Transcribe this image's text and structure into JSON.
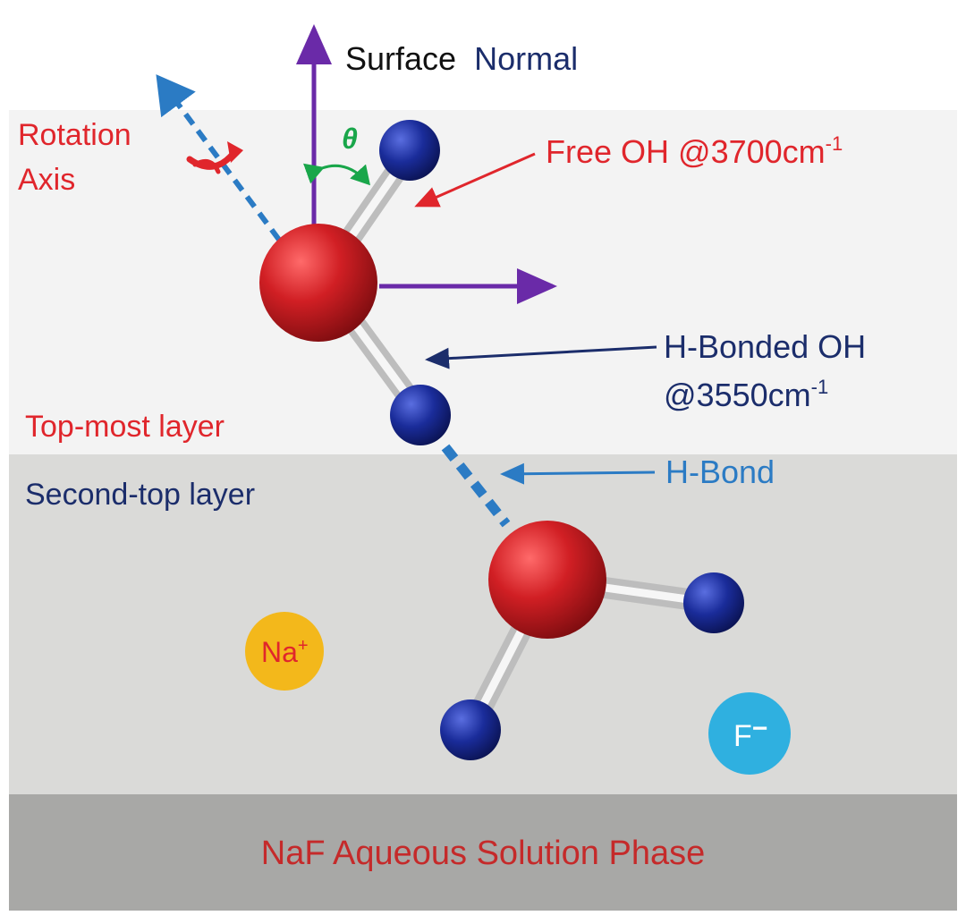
{
  "labels": {
    "surface_normal_1": "Surface",
    "surface_normal_2": "Normal",
    "rotation_axis_1": "Rotation",
    "rotation_axis_2": "Axis",
    "theta": "θ",
    "free_oh": "Free OH @3700cm",
    "free_oh_sup": "-1",
    "hbonded_oh_1": "H-Bonded OH",
    "hbonded_oh_2": "@3550cm",
    "hbonded_oh_sup": "-1",
    "top_layer": "Top-most layer",
    "second_layer": "Second-top layer",
    "hbond": "H-Bond",
    "na_ion": "Na",
    "na_sup": "+",
    "f_ion": "F",
    "f_sup": "−",
    "solution_phase": "NaF Aqueous Solution Phase"
  },
  "colors": {
    "oxygen": "#d11f24",
    "hydrogen": "#1a2c9a",
    "na_ion": "#f3b81b",
    "f_ion": "#2fb0e0",
    "surface_normal_arrow": "#6a2aa8",
    "rotation_axis": "#2b7bc4",
    "label_red": "#e0262c",
    "label_navy": "#1b2d6b",
    "label_blue": "#2b7bc4",
    "theta_green": "#19a64a",
    "top_layer_bg": "#f3f3f3",
    "second_layer_bg": "#dadad8",
    "solution_bg": "#a8a8a6"
  }
}
